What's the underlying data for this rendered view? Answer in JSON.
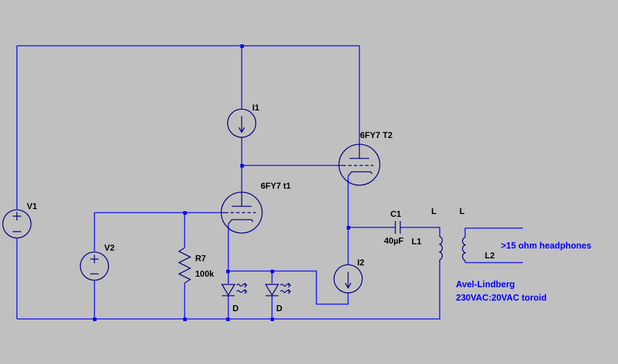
{
  "components": {
    "v1": "V1",
    "v2": "V2",
    "i1": "I1",
    "i2": "I2",
    "r7_name": "R7",
    "r7_value": "100k",
    "t1": "6FY7 t1",
    "t2": "6FY7 T2",
    "c1_name": "C1",
    "c1_value": "40µF",
    "l1": "L1",
    "l2": "L2",
    "l_primary": "L",
    "l_secondary": "L",
    "d1": "D",
    "d2": "D"
  },
  "notes": {
    "output": ">15 ohm headphones",
    "transformer_line1": "Avel-Lindberg",
    "transformer_line2": "230VAC:20VAC toroid"
  },
  "colors": {
    "background": "#c0c0c0",
    "wire": "#0000ff",
    "symbol": "#000080",
    "label": "#000000",
    "comment": "#0000ff"
  }
}
